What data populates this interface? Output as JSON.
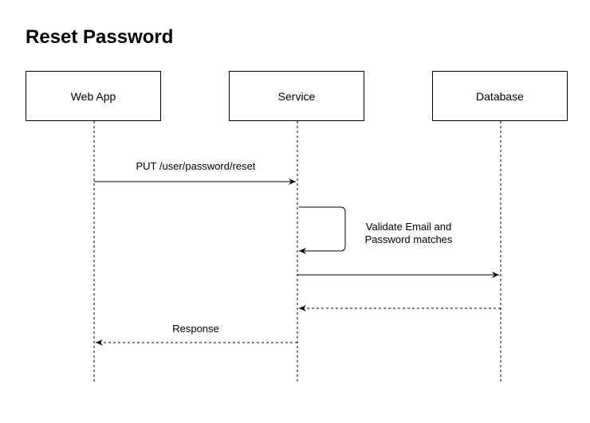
{
  "title": "Reset Password",
  "participants": [
    {
      "name": "Web App"
    },
    {
      "name": "Service"
    },
    {
      "name": "Database"
    }
  ],
  "messages": [
    {
      "from": "Web App",
      "to": "Service",
      "label": "PUT /user/password/reset",
      "style": "solid"
    },
    {
      "from": "Service",
      "to": "Service",
      "label_lines": [
        "Validate Email and",
        "Password matches"
      ],
      "style": "solid",
      "self": true
    },
    {
      "from": "Service",
      "to": "Database",
      "label": "",
      "style": "solid"
    },
    {
      "from": "Database",
      "to": "Service",
      "label": "",
      "style": "dashed"
    },
    {
      "from": "Service",
      "to": "Web App",
      "label": "Response",
      "style": "dashed"
    }
  ],
  "colors": {
    "line": "#000000",
    "background": "#ffffff"
  }
}
